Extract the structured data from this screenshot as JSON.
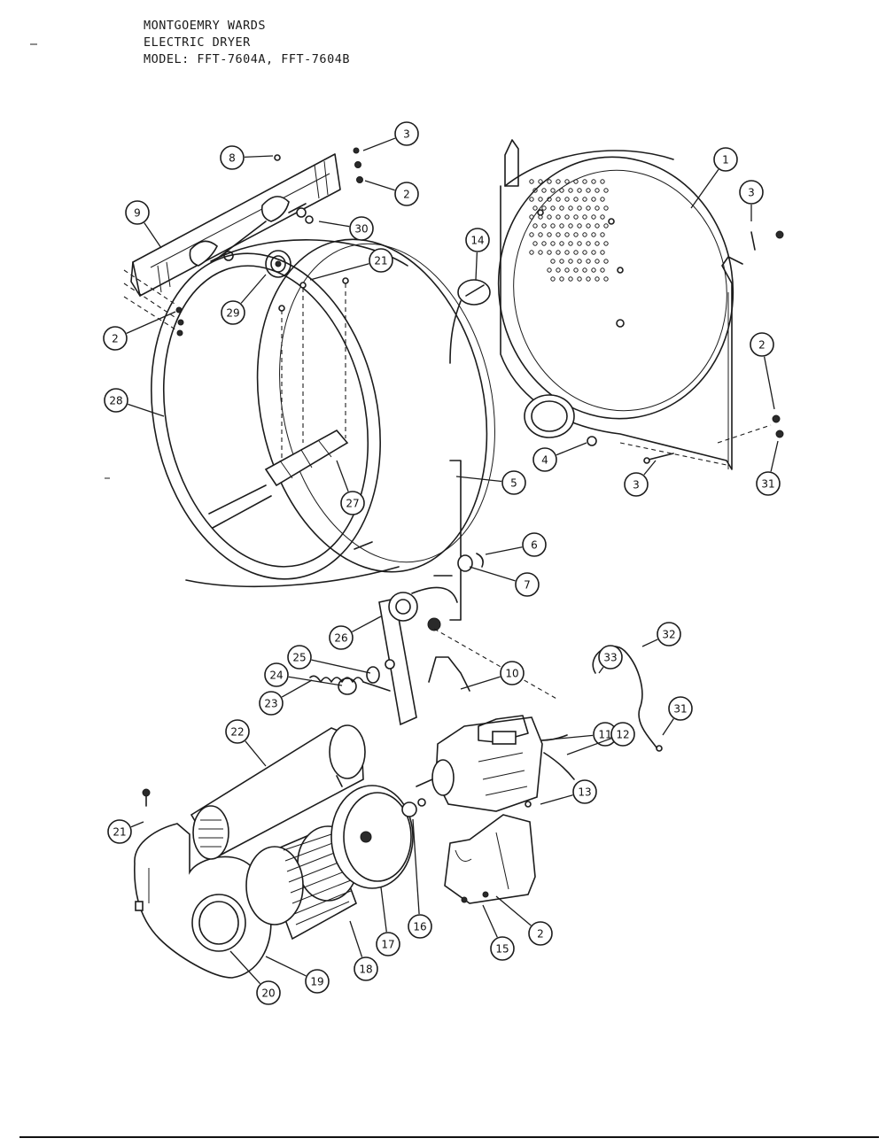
{
  "header": {
    "line1": "MONTGOEMRY WARDS",
    "line2": "ELECTRIC DRYER",
    "line3": "MODEL: FFT-7604A, FFT-7604B"
  },
  "callouts": [
    {
      "id": "c8",
      "label": "8"
    },
    {
      "id": "c3a",
      "label": "3"
    },
    {
      "id": "c2a",
      "label": "2"
    },
    {
      "id": "c9",
      "label": "9"
    },
    {
      "id": "c30",
      "label": "30"
    },
    {
      "id": "c21a",
      "label": "21"
    },
    {
      "id": "c29",
      "label": "29"
    },
    {
      "id": "c2b",
      "label": "2"
    },
    {
      "id": "c14",
      "label": "14"
    },
    {
      "id": "c1",
      "label": "1"
    },
    {
      "id": "c3b",
      "label": "3"
    },
    {
      "id": "c2c",
      "label": "2"
    },
    {
      "id": "c28",
      "label": "28"
    },
    {
      "id": "c4",
      "label": "4"
    },
    {
      "id": "c3c",
      "label": "3"
    },
    {
      "id": "c31a",
      "label": "31"
    },
    {
      "id": "c27",
      "label": "27"
    },
    {
      "id": "c5",
      "label": "5"
    },
    {
      "id": "c6",
      "label": "6"
    },
    {
      "id": "c7",
      "label": "7"
    },
    {
      "id": "c26",
      "label": "26"
    },
    {
      "id": "c25",
      "label": "25"
    },
    {
      "id": "c24",
      "label": "24"
    },
    {
      "id": "c23",
      "label": "23"
    },
    {
      "id": "c10",
      "label": "10"
    },
    {
      "id": "c32",
      "label": "32"
    },
    {
      "id": "c33",
      "label": "33"
    },
    {
      "id": "c11",
      "label": "11"
    },
    {
      "id": "c31b",
      "label": "31"
    },
    {
      "id": "c12",
      "label": "12"
    },
    {
      "id": "c22",
      "label": "22"
    },
    {
      "id": "c13",
      "label": "13"
    },
    {
      "id": "c21b",
      "label": "21"
    },
    {
      "id": "c16",
      "label": "16"
    },
    {
      "id": "c17",
      "label": "17"
    },
    {
      "id": "c18",
      "label": "18"
    },
    {
      "id": "c19",
      "label": "19"
    },
    {
      "id": "c20",
      "label": "20"
    },
    {
      "id": "c15",
      "label": "15"
    },
    {
      "id": "c2d",
      "label": "2"
    }
  ]
}
